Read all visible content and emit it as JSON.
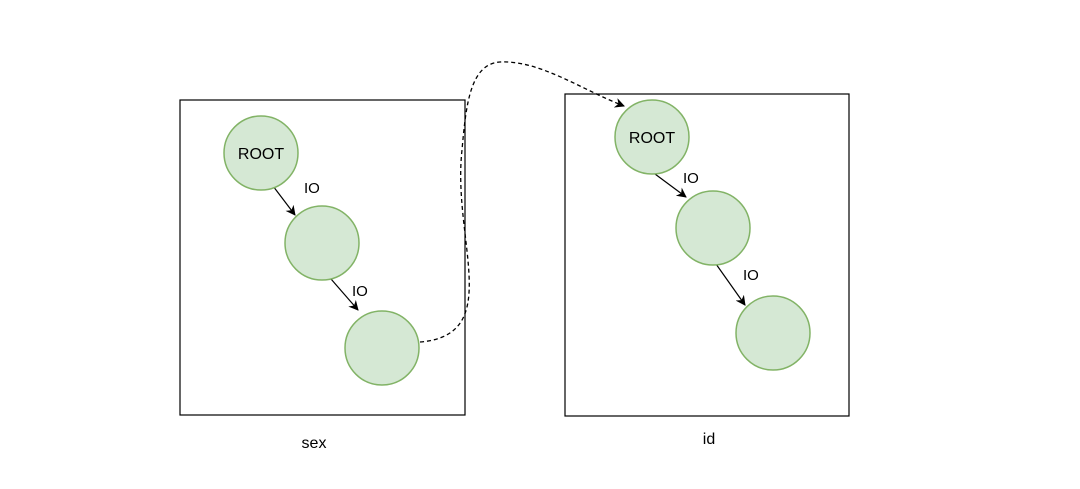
{
  "trees": [
    {
      "caption": "sex",
      "nodes": [
        "ROOT",
        "",
        ""
      ],
      "edges": [
        "IO",
        "IO"
      ]
    },
    {
      "caption": "id",
      "nodes": [
        "ROOT",
        "",
        ""
      ],
      "edges": [
        "IO",
        "IO"
      ]
    }
  ],
  "colors": {
    "node_fill": "#d5e8d4",
    "node_stroke": "#82b366",
    "line": "#000000"
  }
}
